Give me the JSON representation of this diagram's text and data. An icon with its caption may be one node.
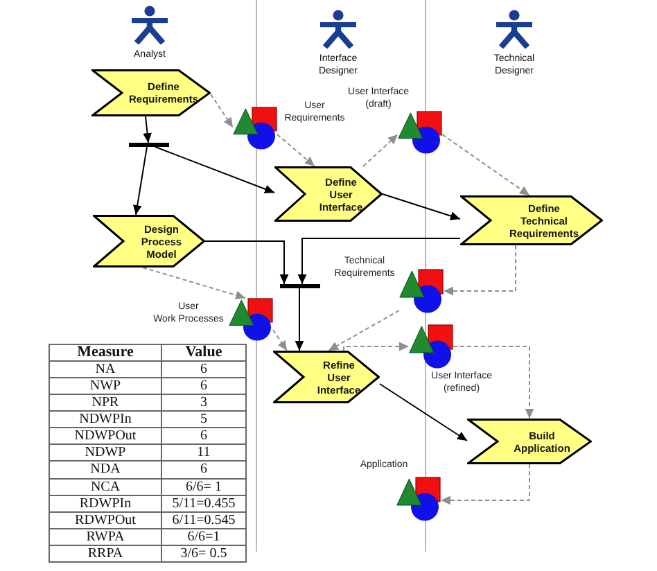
{
  "diagram": {
    "nodes": [
      {
        "text": [
          "Analyst"
        ]
      },
      {
        "text": [
          "Interface Designer"
        ]
      },
      {
        "text": [
          "Technical Designer"
        ]
      },
      {
        "text": [
          "Define Requirements"
        ]
      },
      {
        "text": [
          "User Requirements"
        ]
      },
      {
        "text": [
          "User Interface (draft)"
        ]
      },
      {
        "text": [],
        "shape": "bar"
      },
      {
        "text": [
          "Define User Interface"
        ]
      },
      {
        "text": [
          "Define Technical Requirements"
        ]
      },
      {
        "text": [
          "Design Process Model"
        ]
      },
      {
        "text": [],
        "shape": "bar"
      },
      {
        "text": [
          "Technical Requirements"
        ]
      },
      {
        "text": [
          "User Work Processes"
        ]
      },
      {
        "text": [
          "Refine User Interface"
        ]
      },
      {
        "text": [
          "User Interface (refined)"
        ]
      },
      {
        "text": [
          "Build Application"
        ]
      },
      {
        "text": [
          "Application"
        ]
      }
    ],
    "edges": [
      {
        "from": 3,
        "to": 6,
        "arrow": "to",
        "color": "#000000"
      },
      {
        "from": 6,
        "to": 9,
        "arrow": "to",
        "color": "#000000"
      },
      {
        "from": 6,
        "to": 7,
        "arrow": "to",
        "color": "#000000"
      },
      {
        "from": 3,
        "to": 4,
        "arrow": "to",
        "style": "dashed"
      },
      {
        "from": 4,
        "to": 7,
        "arrow": "to",
        "style": "dashed"
      },
      {
        "from": 7,
        "to": 5,
        "arrow": "to",
        "style": "dashed"
      },
      {
        "from": 7,
        "to": 8,
        "arrow": "to",
        "color": "#000000"
      },
      {
        "from": 5,
        "to": 8,
        "arrow": "to",
        "style": "dashed"
      },
      {
        "from": 9,
        "to": 10,
        "arrow": "to",
        "color": "#000000"
      },
      {
        "from": 8,
        "to": 10,
        "arrow": "to",
        "color": "#000000"
      },
      {
        "from": 8,
        "to": 11,
        "arrow": "to",
        "style": "dashed"
      },
      {
        "from": 9,
        "to": 12,
        "arrow": "to",
        "style": "dashed"
      },
      {
        "from": 10,
        "to": 13,
        "arrow": "to",
        "color": "#000000"
      },
      {
        "from": 12,
        "to": 13,
        "arrow": "to",
        "style": "dashed"
      },
      {
        "from": 11,
        "to": 13,
        "arrow": "to",
        "style": "dashed"
      },
      {
        "from": 13,
        "to": 14,
        "arrow": "to",
        "style": "dashed"
      },
      {
        "from": 13,
        "to": 15,
        "arrow": "to",
        "color": "#000000"
      },
      {
        "from": 14,
        "to": 15,
        "arrow": "to",
        "style": "dashed"
      },
      {
        "from": 15,
        "to": 16,
        "arrow": "to",
        "style": "dashed"
      }
    ],
    "labels": [
      "Measure",
      "Value",
      "NA",
      "6",
      "NWP",
      "6",
      "NPR",
      "3",
      "NDWPIn",
      "5",
      "NDWPOut",
      "6",
      "NDWP",
      "11",
      "NDA",
      "6",
      "NCA",
      "6/6= 1",
      "RDWPIn",
      "5/11=0.455",
      "RDWPOut",
      "6/11=0.545",
      "RWPA",
      "6/6=1",
      "RRPA",
      "3/6= 0.5"
    ]
  }
}
